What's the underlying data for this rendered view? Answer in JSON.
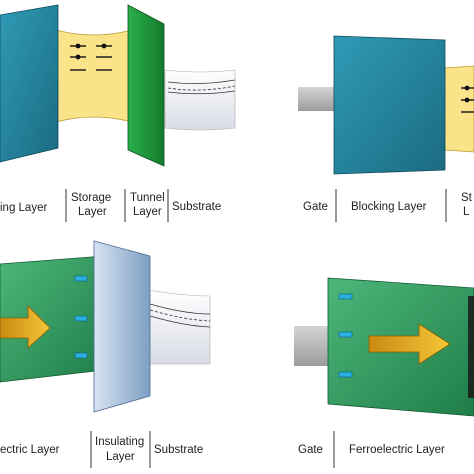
{
  "panels": {
    "top_left": {
      "labels": {
        "blocking": "ing Layer",
        "storage_line1": "Storage",
        "storage_line2": "Layer",
        "tunnel_line1": "Tunnel",
        "tunnel_line2": "Layer",
        "substrate": "Substrate"
      }
    },
    "top_right": {
      "labels": {
        "gate": "Gate",
        "blocking": "Blocking Layer",
        "storage_line1": "St",
        "storage_line2": "L"
      }
    },
    "bottom_left": {
      "labels": {
        "ferroelectric": "ectric Layer",
        "insulating_line1": "Insulating",
        "insulating_line2": "Layer",
        "substrate": "Substrate"
      }
    },
    "bottom_right": {
      "labels": {
        "gate": "Gate",
        "ferroelectric": "Ferroelectric Layer"
      }
    }
  },
  "colors": {
    "blocking_layer": "#2a87a0",
    "storage_layer": "#fbe38a",
    "tunnel_layer": "#1f9a3e",
    "substrate": "#e6e8f0",
    "gate": "#b8b8b8",
    "ferroelectric_layer": "#3aa36a",
    "insulating_layer": "#a9c2dd",
    "polarization_arrow": "#e8a317",
    "dipole_marker": "#2ab0e0"
  }
}
